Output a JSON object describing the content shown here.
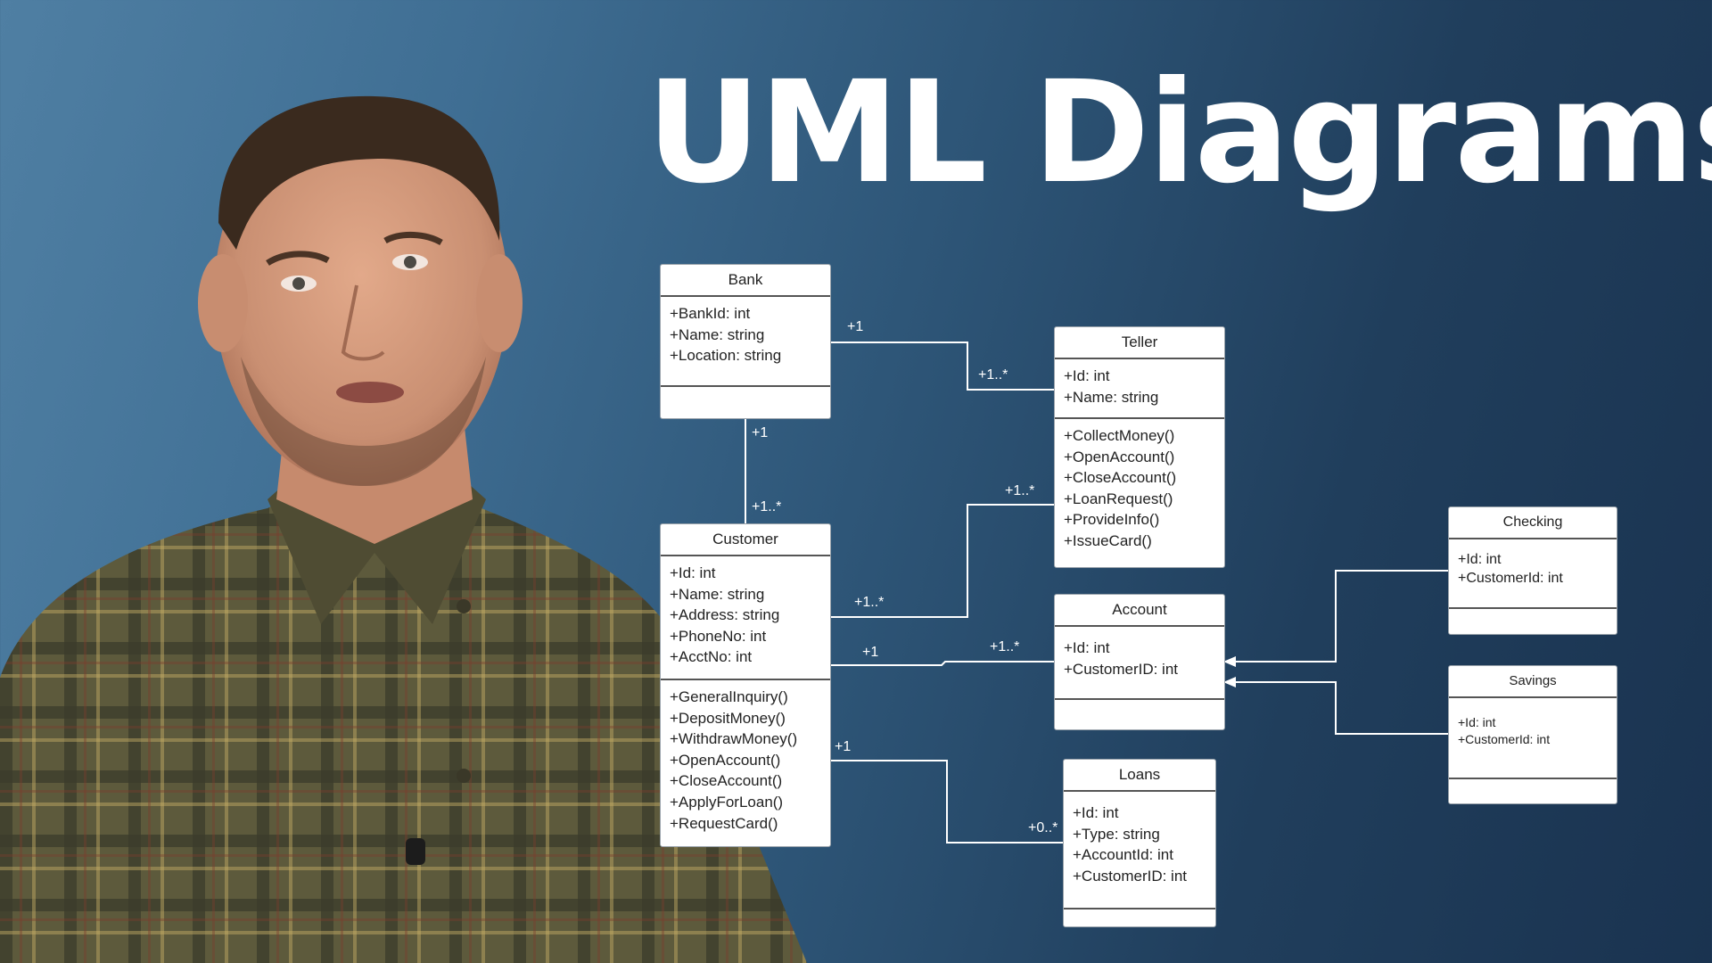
{
  "title": "UML Diagrams",
  "colors": {
    "background_left": "#4f7fa3",
    "background_right": "#1a3350",
    "box_fill": "#ffffff",
    "box_divider": "#555555",
    "connector": "#ffffff",
    "shirt_base": "#5d5a3c"
  },
  "classes": {
    "bank": {
      "name": "Bank",
      "attributes": [
        "+BankId: int",
        "+Name: string",
        "+Location: string"
      ],
      "operations": []
    },
    "teller": {
      "name": "Teller",
      "attributes": [
        "+Id: int",
        "+Name: string"
      ],
      "operations": [
        "+CollectMoney()",
        "+OpenAccount()",
        "+CloseAccount()",
        "+LoanRequest()",
        "+ProvideInfo()",
        "+IssueCard()"
      ]
    },
    "customer": {
      "name": "Customer",
      "attributes": [
        "+Id: int",
        "+Name: string",
        "+Address: string",
        "+PhoneNo: int",
        "+AcctNo: int"
      ],
      "operations": [
        "+GeneralInquiry()",
        "+DepositMoney()",
        "+WithdrawMoney()",
        "+OpenAccount()",
        "+CloseAccount()",
        "+ApplyForLoan()",
        "+RequestCard()"
      ]
    },
    "account": {
      "name": "Account",
      "attributes": [
        "+Id: int",
        "+CustomerID: int"
      ],
      "operations": []
    },
    "loans": {
      "name": "Loans",
      "attributes": [
        "+Id: int",
        "+Type: string",
        "+AccountId: int",
        "+CustomerID: int"
      ],
      "operations": []
    },
    "checking": {
      "name": "Checking",
      "attributes": [
        "+Id: int",
        "+CustomerId: int"
      ],
      "operations": []
    },
    "savings": {
      "name": "Savings",
      "attributes": [
        "+Id: int",
        "+CustomerId: int"
      ],
      "operations": []
    }
  },
  "multiplicities": {
    "bank_teller_bank": "+1",
    "bank_teller_teller": "+1..*",
    "bank_customer_bank": "+1",
    "bank_customer_customer": "+1..*",
    "teller_customer_teller": "+1..*",
    "teller_customer_customer": "+1..*",
    "customer_account_customer": "+1",
    "customer_account_account": "+1..*",
    "customer_loans_customer": "+1",
    "customer_loans_loans": "+0..*"
  }
}
